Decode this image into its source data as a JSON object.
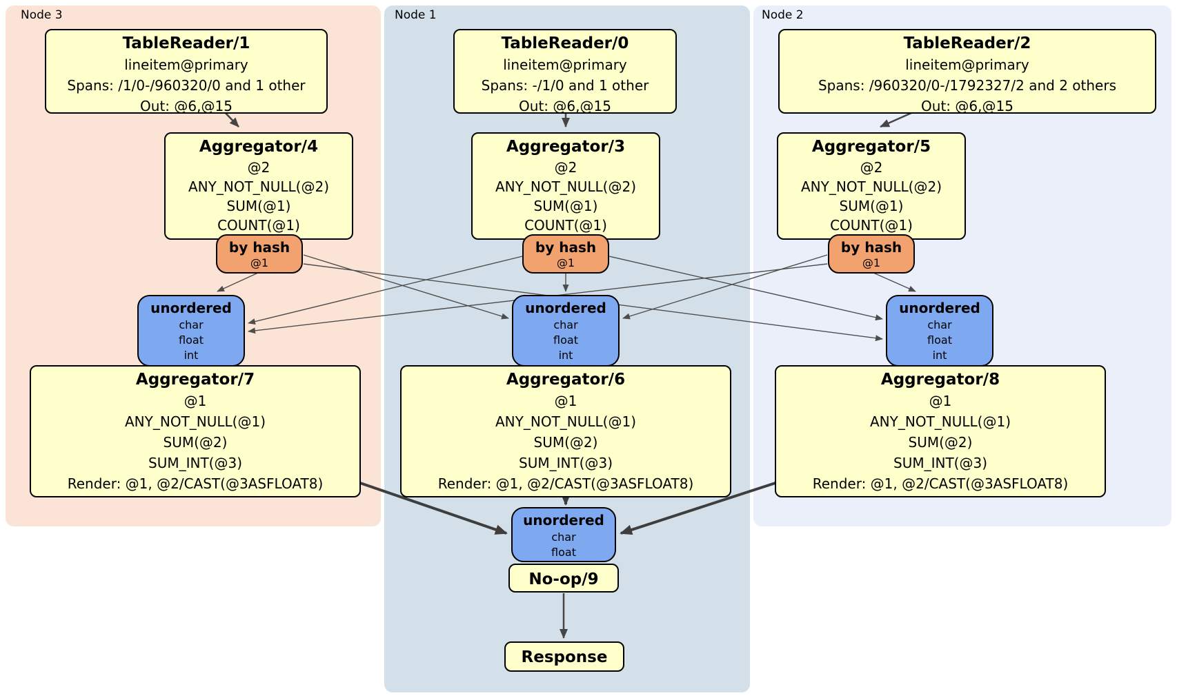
{
  "colors": {
    "node3_bg": "#fbe3d6",
    "node1_bg": "#d3e0e9",
    "node2_bg": "#eaeffa",
    "processor_bg": "#ffffcb",
    "router_bg": "#f2a26e",
    "sync_bg": "#7ea9f0",
    "edge_thin": "#4d4d4d",
    "edge_thick": "#3e3e3e"
  },
  "nodes": [
    {
      "label": "Node 3",
      "table_reader": {
        "title": "TableReader/1",
        "lines": [
          "lineitem@primary",
          "Spans: /1/0-/960320/0 and 1 other",
          "Out: @6,@15"
        ]
      },
      "aggregator_top": {
        "title": "Aggregator/4",
        "lines": [
          "@2",
          "ANY_NOT_NULL(@2)",
          "SUM(@1)",
          "COUNT(@1)"
        ]
      },
      "router": {
        "title": "by hash",
        "lines": [
          "@1"
        ]
      },
      "sync": {
        "title": "unordered",
        "lines": [
          "char",
          "float",
          "int"
        ]
      },
      "aggregator_bottom": {
        "title": "Aggregator/7",
        "lines": [
          "@1",
          "ANY_NOT_NULL(@1)",
          "SUM(@2)",
          "SUM_INT(@3)",
          "Render: @1, @2/CAST(@3ASFLOAT8)"
        ]
      }
    },
    {
      "label": "Node 1",
      "table_reader": {
        "title": "TableReader/0",
        "lines": [
          "lineitem@primary",
          "Spans: -/1/0 and 1 other",
          "Out: @6,@15"
        ]
      },
      "aggregator_top": {
        "title": "Aggregator/3",
        "lines": [
          "@2",
          "ANY_NOT_NULL(@2)",
          "SUM(@1)",
          "COUNT(@1)"
        ]
      },
      "router": {
        "title": "by hash",
        "lines": [
          "@1"
        ]
      },
      "sync": {
        "title": "unordered",
        "lines": [
          "char",
          "float",
          "int"
        ]
      },
      "aggregator_bottom": {
        "title": "Aggregator/6",
        "lines": [
          "@1",
          "ANY_NOT_NULL(@1)",
          "SUM(@2)",
          "SUM_INT(@3)",
          "Render: @1, @2/CAST(@3ASFLOAT8)"
        ]
      }
    },
    {
      "label": "Node 2",
      "table_reader": {
        "title": "TableReader/2",
        "lines": [
          "lineitem@primary",
          "Spans: /960320/0-/1792327/2 and 2 others",
          "Out: @6,@15"
        ]
      },
      "aggregator_top": {
        "title": "Aggregator/5",
        "lines": [
          "@2",
          "ANY_NOT_NULL(@2)",
          "SUM(@1)",
          "COUNT(@1)"
        ]
      },
      "router": {
        "title": "by hash",
        "lines": [
          "@1"
        ]
      },
      "sync": {
        "title": "unordered",
        "lines": [
          "char",
          "float",
          "int"
        ]
      },
      "aggregator_bottom": {
        "title": "Aggregator/8",
        "lines": [
          "@1",
          "ANY_NOT_NULL(@1)",
          "SUM(@2)",
          "SUM_INT(@3)",
          "Render: @1, @2/CAST(@3ASFLOAT8)"
        ]
      }
    }
  ],
  "output": {
    "sync": {
      "title": "unordered",
      "lines": [
        "char",
        "float"
      ]
    },
    "noop": "No-op/9",
    "response": "Response"
  }
}
